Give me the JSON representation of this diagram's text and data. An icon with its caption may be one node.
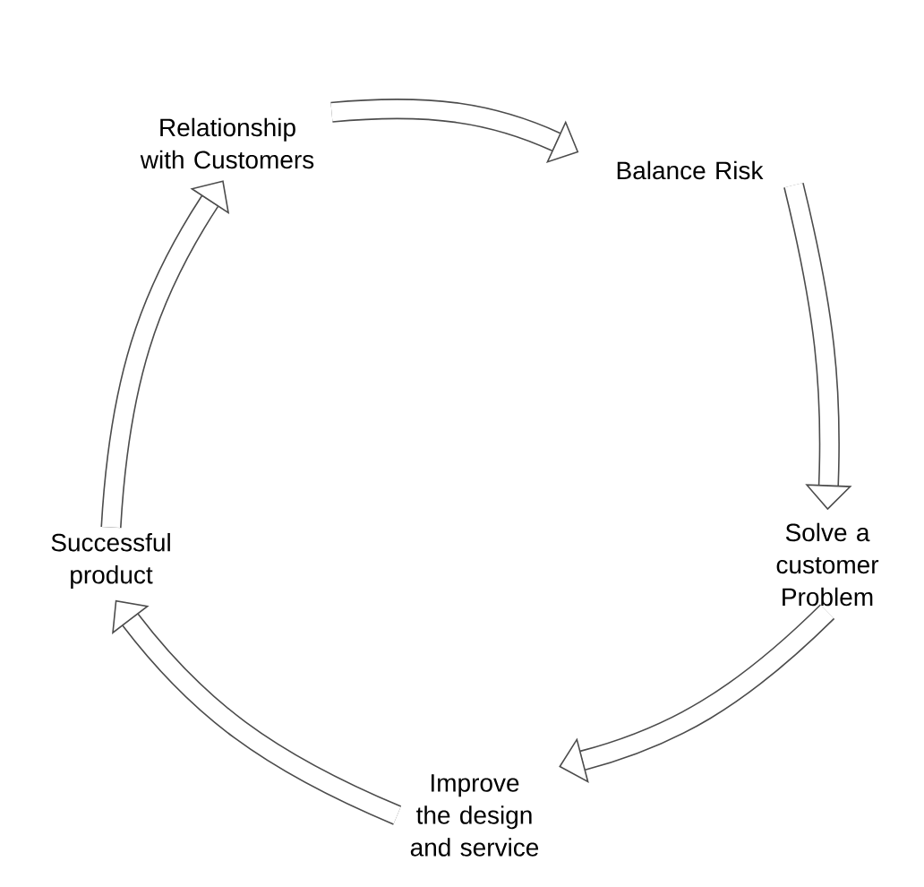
{
  "diagram": {
    "nodes": [
      {
        "text": [
          "Relationship with Customers"
        ]
      },
      {
        "text": [
          "Balance Risk"
        ]
      },
      {
        "text": [
          "Solve a customer Problem"
        ]
      },
      {
        "text": [
          "Improve the design and service"
        ]
      },
      {
        "text": [
          "Successful product"
        ]
      }
    ],
    "edges": [
      {
        "from": 0,
        "to": 1,
        "arrow": "to"
      },
      {
        "from": 1,
        "to": 2,
        "arrow": "to"
      },
      {
        "from": 2,
        "to": 3,
        "arrow": "to"
      },
      {
        "from": 3,
        "to": 4,
        "arrow": "to"
      },
      {
        "from": 4,
        "to": 0,
        "arrow": "to"
      }
    ]
  }
}
